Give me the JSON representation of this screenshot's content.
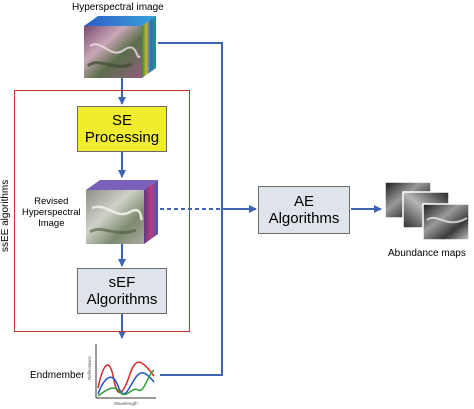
{
  "diagram": {
    "input_label": "Hyperspectral image",
    "frame_label": "ssEE algorithms",
    "se_box": {
      "line1": "SE",
      "line2": "Processing"
    },
    "revised_label": {
      "line1": "Revised",
      "line2": "Hyperspectral",
      "line3": "Image"
    },
    "sef_box": {
      "line1": "sEF",
      "line2": "Algorithms"
    },
    "endmember_label": "Endmember",
    "ae_box": {
      "line1": "AE",
      "line2": "Algorithms"
    },
    "output_label": "Abundance maps",
    "plot_axis_y": "Reflectance",
    "plot_axis_x": "Wavelength",
    "colors": {
      "arrow": "#3f63b6",
      "frame": "#c0392b",
      "se_fill": "#f2ec2e",
      "box_fill": "#dfe3ea",
      "curve_red": "#d62828",
      "curve_blue": "#2050c8",
      "curve_green": "#2e9d3a"
    }
  }
}
